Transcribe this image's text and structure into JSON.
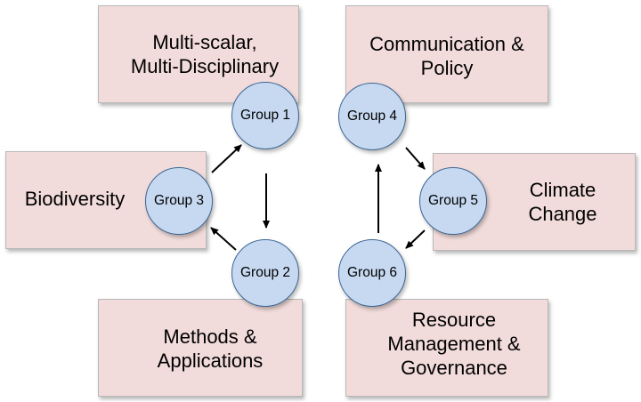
{
  "boxes": {
    "multi_scalar": "Multi-scalar,\nMulti-Disciplinary",
    "communication": "Communication &\nPolicy",
    "biodiversity": "Biodiversity",
    "climate": "Climate\nChange",
    "methods": "Methods &\nApplications",
    "resource": "Resource\nManagement &\nGovernance"
  },
  "groups": {
    "g1": "Group 1",
    "g2": "Group 2",
    "g3": "Group 3",
    "g4": "Group 4",
    "g5": "Group 5",
    "g6": "Group 6"
  },
  "colors": {
    "box_fill": "#f2dcdb",
    "circle_fill": "#c6d9f1",
    "circle_stroke": "#3c6594"
  }
}
